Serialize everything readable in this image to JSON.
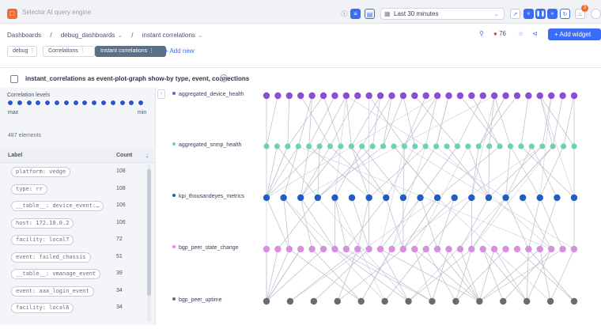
{
  "topbar": {
    "search_placeholder": "Selector AI query engine",
    "time_range": "Last 30 minutes",
    "notification_count": "3"
  },
  "breadcrumb": [
    "Dashboards",
    "/",
    "debug_dashboards",
    "/",
    "instant correlations"
  ],
  "header": {
    "alert_count": "76",
    "add_widget_label": "+ Add widget"
  },
  "tabs": [
    {
      "label": "debug",
      "active": false
    },
    {
      "label": "Correlations",
      "active": false
    },
    {
      "label": "Instant correlations",
      "active": true
    }
  ],
  "add_new_label": "+ Add new",
  "widget": {
    "title": "instant_correlations as event-plot-graph show-by type, event, connections"
  },
  "levels": {
    "title": "Correlation levels",
    "max_label": "max",
    "min_label": "min",
    "dot_count": 15
  },
  "elements_count": "487 elements",
  "table": {
    "col_label": "Label",
    "col_count": "Count",
    "rows": [
      {
        "label": "platform: vedge",
        "count": "108"
      },
      {
        "label": "type: rr",
        "count": "108"
      },
      {
        "label": "__table__: device_event:…",
        "count": "106"
      },
      {
        "label": "host: 172.18.0.2",
        "count": "106"
      },
      {
        "label": "facility: local7",
        "count": "72"
      },
      {
        "label": "event: failed_chassis",
        "count": "51"
      },
      {
        "label": "__table__: vmanage_event",
        "count": "39"
      },
      {
        "label": "event: aaa_login_event",
        "count": "34"
      },
      {
        "label": "facility: local6",
        "count": "34"
      }
    ]
  },
  "graph": {
    "layers": [
      {
        "name": "aggregated_device_health",
        "color": "#8a4fd1",
        "nodes": 28
      },
      {
        "name": "aggregated_snmp_health",
        "color": "#6fd0b4",
        "nodes": 30
      },
      {
        "name": "kpi_thousandeyes_metrics",
        "color": "#1f5fc4",
        "nodes": 19
      },
      {
        "name": "bgp_peer_state_change",
        "color": "#d98fe0",
        "nodes": 28
      },
      {
        "name": "bgp_peer_uptime",
        "color": "#6b6b6b",
        "nodes": 14
      }
    ]
  }
}
